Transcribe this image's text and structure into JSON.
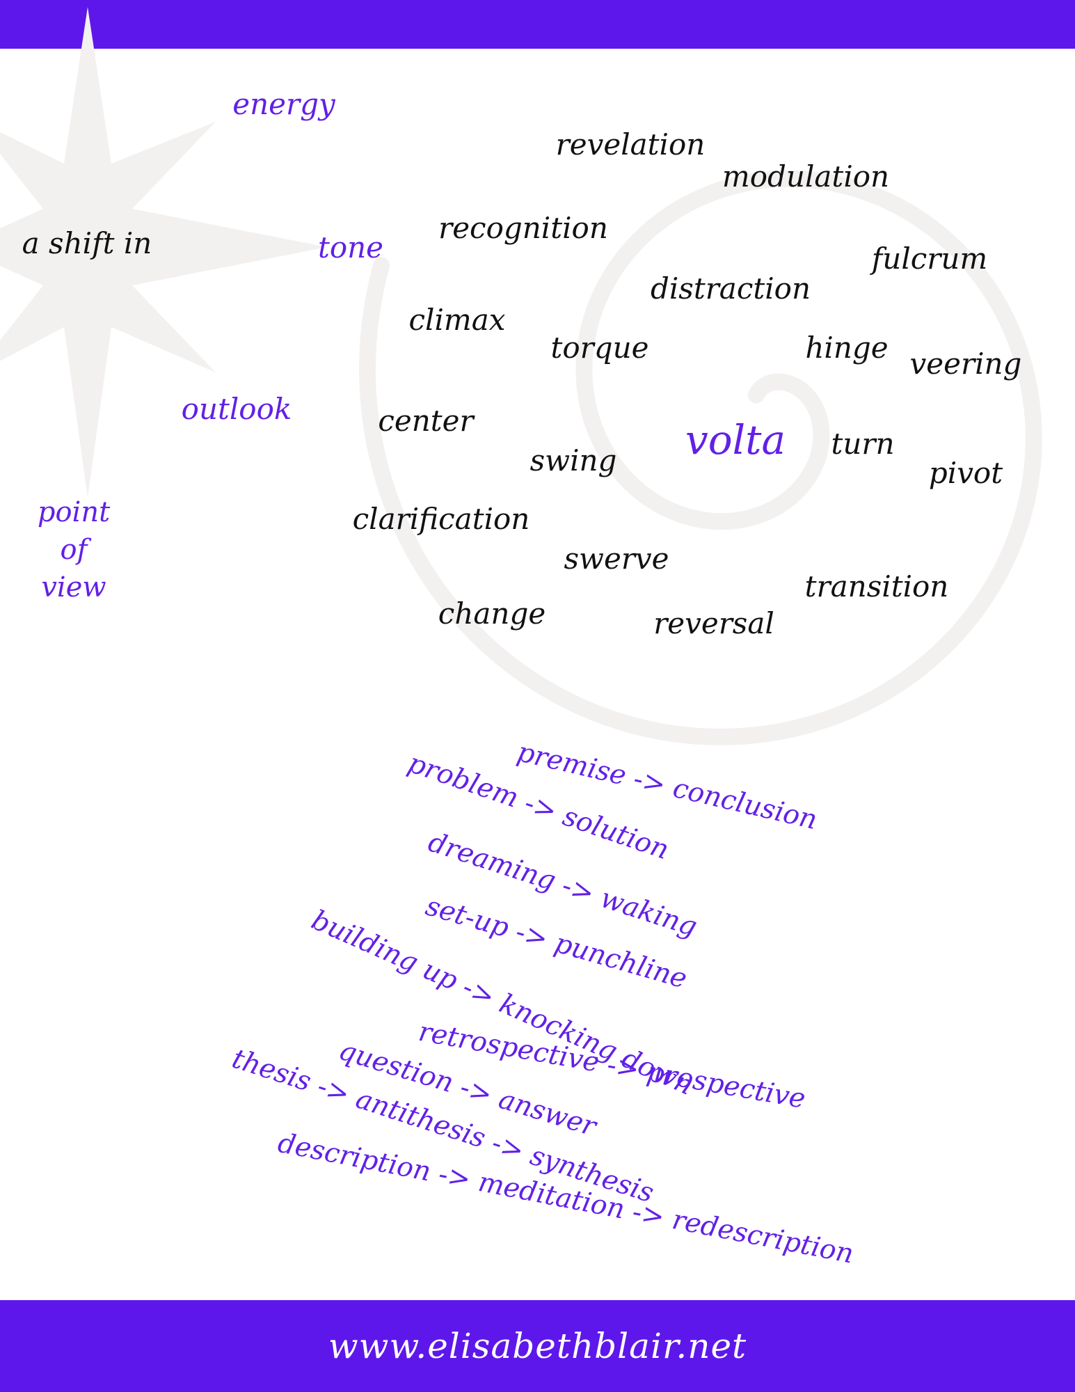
{
  "colors": {
    "accent": "#5e17eb",
    "text": "#111111",
    "purple_text": "#6220e6",
    "decoration": "#f3f0f0"
  },
  "left_words": {
    "energy": "energy",
    "shift": "a shift in",
    "tone": "tone",
    "outlook": "outlook",
    "pov_line1": "point",
    "pov_line2": "of",
    "pov_line3": "view"
  },
  "center_word": "volta",
  "spiral_words": [
    "revelation",
    "modulation",
    "recognition",
    "fulcrum",
    "distraction",
    "climax",
    "torque",
    "hinge",
    "veering",
    "center",
    "turn",
    "swing",
    "pivot",
    "clarification",
    "swerve",
    "transition",
    "change",
    "reversal"
  ],
  "pairs": [
    "premise -> conclusion",
    "problem -> solution",
    "dreaming -> waking",
    "set-up -> punchline",
    "building up -> knocking down",
    "retrospective -> prospective",
    "question -> answer",
    "thesis -> antithesis -> synthesis",
    "description -> meditation -> redescription"
  ],
  "footer": {
    "website": "www.elisabethblair.net"
  }
}
